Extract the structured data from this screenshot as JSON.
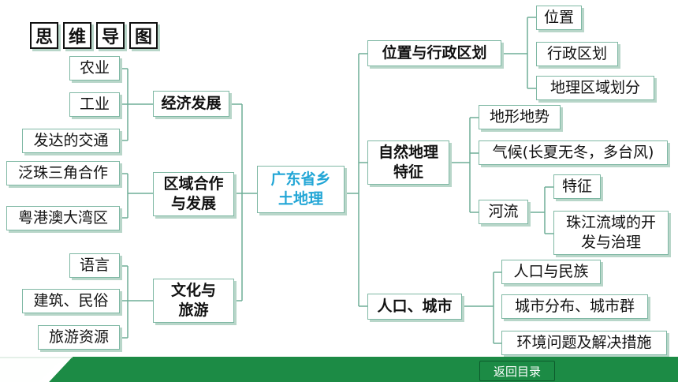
{
  "title_chars": [
    "思",
    "维",
    "导",
    "图"
  ],
  "center": {
    "line1": "广东省乡",
    "line2": "土地理"
  },
  "left": {
    "economy": {
      "label": "经济发展",
      "items": [
        "农业",
        "工业",
        "发达的交通"
      ]
    },
    "cooperation": {
      "line1": "区域合作",
      "line2": "与发展",
      "items": [
        "泛珠三角合作",
        "粤港澳大湾区"
      ]
    },
    "culture": {
      "line1": "文化与",
      "line2": "旅游",
      "items": [
        "语言",
        "建筑、民俗",
        "旅游资源"
      ]
    }
  },
  "right": {
    "location": {
      "label": "位置与行政区划",
      "items": [
        "位置",
        "行政区划",
        "地理区域划分"
      ]
    },
    "nature": {
      "line1": "自然地理",
      "line2": "特征",
      "items": [
        "地形地势",
        "气候(长夏无冬，多台风)"
      ],
      "river": {
        "label": "河流",
        "items": [
          "特征"
        ],
        "pearl": {
          "line1": "珠江流域的开",
          "line2": "发与治理"
        }
      }
    },
    "population": {
      "label": "人口、城市",
      "items": [
        "人口与民族",
        "城市分布、城市群",
        "环境问题及解决措施"
      ]
    }
  },
  "footer": {
    "back_label": "返回目录"
  },
  "colors": {
    "accent": "#22a6d6",
    "border": "#7fb8a4",
    "footer_green": "#1c8b45"
  }
}
